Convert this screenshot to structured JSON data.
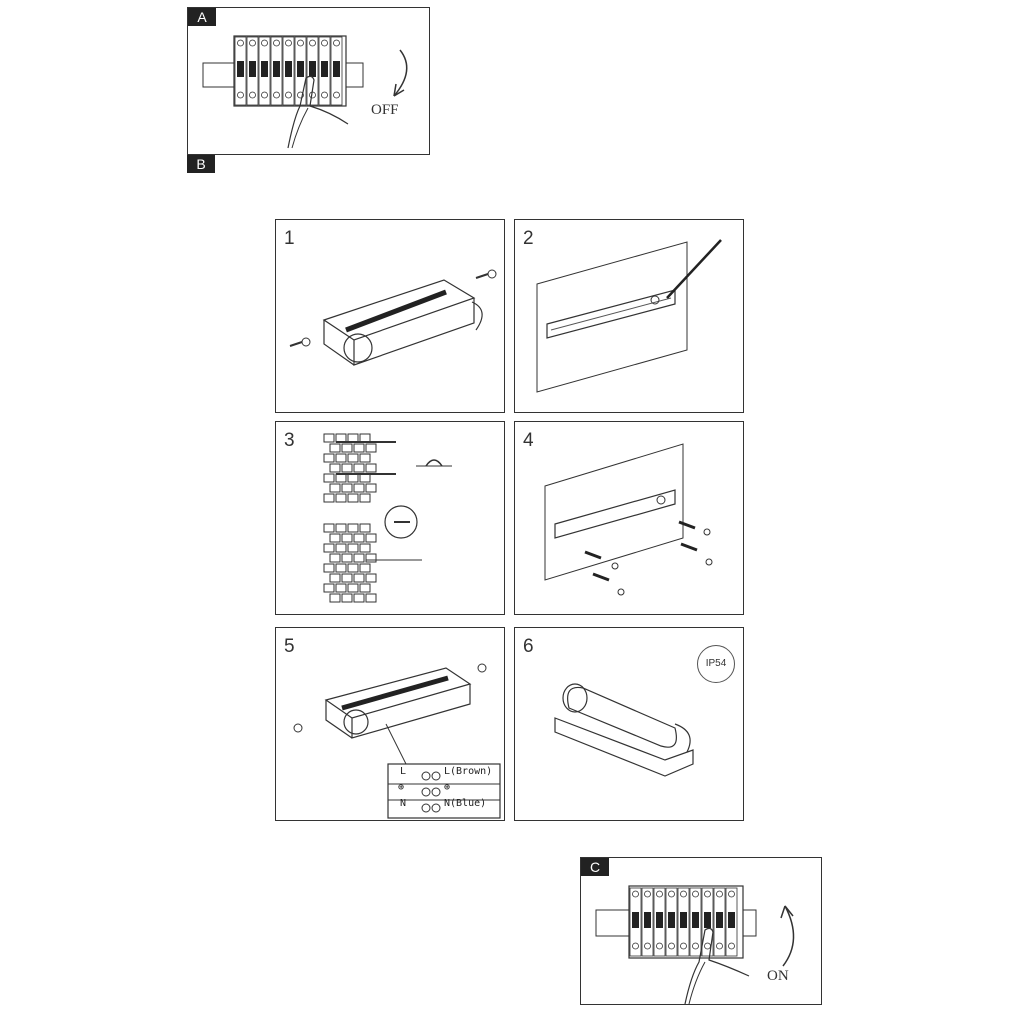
{
  "sections": {
    "a": {
      "tag": "A",
      "caption": "OFF"
    },
    "b": {
      "tag": "B"
    },
    "c": {
      "tag": "C",
      "caption": "ON"
    }
  },
  "steps": [
    {
      "number": "1"
    },
    {
      "number": "2"
    },
    {
      "number": "3"
    },
    {
      "number": "4"
    },
    {
      "number": "5",
      "wiring": {
        "live": "L",
        "live_label": "L(Brown)",
        "earth": "⊕",
        "earth_label": "⊕",
        "neutral": "N",
        "neutral_label": "N(Blue)"
      }
    },
    {
      "number": "6",
      "rating": "IP54"
    }
  ]
}
